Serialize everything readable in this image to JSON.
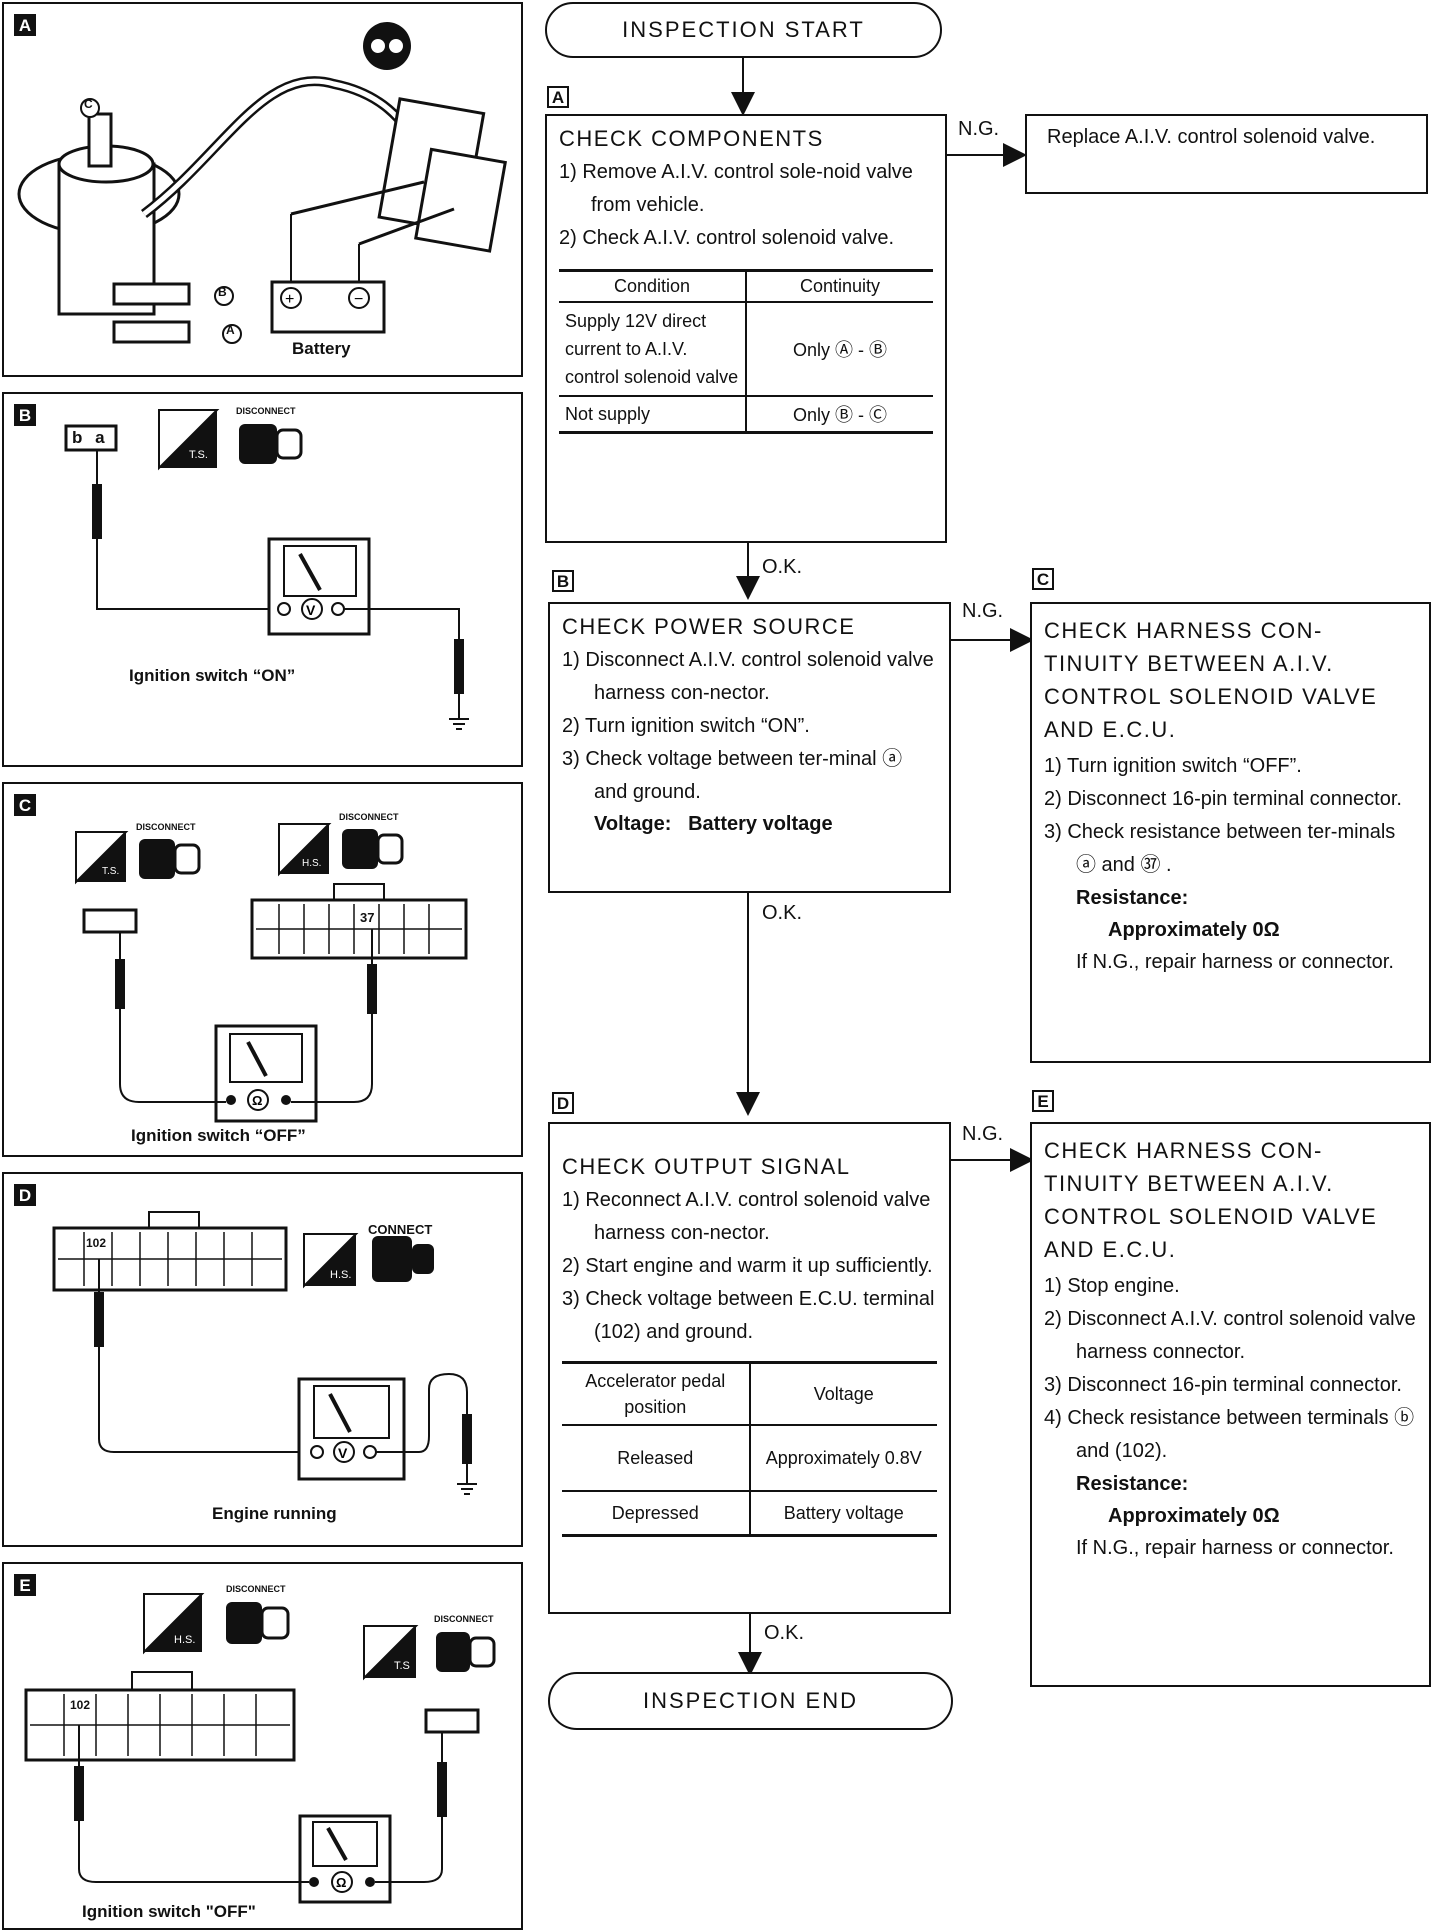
{
  "left_panels": {
    "A": {
      "tag": "A",
      "battery_label": "Battery",
      "port_labels": [
        "C",
        "B",
        "A"
      ]
    },
    "B": {
      "tag": "B",
      "caption": "Ignition switch “ON”",
      "badge": "DISCONNECT",
      "ts": "T.S.",
      "term": "b a"
    },
    "C": {
      "tag": "C",
      "caption": "Ignition switch “OFF”",
      "badge": "DISCONNECT",
      "ts": "T.S.",
      "hs": "H.S.",
      "pin": "37"
    },
    "D": {
      "tag": "D",
      "caption": "Engine running",
      "badge": "CONNECT",
      "hs": "H.S.",
      "pin": "102"
    },
    "E": {
      "tag": "E",
      "caption": "Ignition switch \"OFF\"",
      "badge": "DISCONNECT",
      "ts": "T.S",
      "hs": "H.S.",
      "pin": "102"
    }
  },
  "flow": {
    "start": "INSPECTION  START",
    "end": "INSPECTION  END",
    "ok": "O.K.",
    "ng": "N.G.",
    "A": {
      "tag": "A",
      "title": "CHECK  COMPONENTS",
      "steps": [
        "1)  Remove A.I.V. control sole-noid valve from vehicle.",
        "2)  Check A.I.V. control solenoid valve."
      ],
      "table": {
        "headers": [
          "Condition",
          "Continuity"
        ],
        "rows": [
          [
            "Supply 12V direct current to A.I.V. control solenoid valve",
            "Only  Ⓐ  -  Ⓑ"
          ],
          [
            "Not supply",
            "Only  Ⓑ  -  Ⓒ"
          ]
        ]
      },
      "ng_result": "Replace A.I.V. control solenoid valve."
    },
    "B": {
      "tag": "B",
      "title": "CHECK  POWER  SOURCE",
      "steps": [
        "1)  Disconnect A.I.V. control solenoid valve harness con-nector.",
        "2)  Turn ignition switch “ON”.",
        "3)  Check voltage between ter-minal  ⓐ  and ground."
      ],
      "voltage_label": "Voltage:",
      "voltage_value": "Battery voltage"
    },
    "C": {
      "tag": "C",
      "title": "CHECK  HARNESS  CON-TINUITY  BETWEEN  A.I.V. CONTROL  SOLENOID  VALVE AND  E.C.U.",
      "steps": [
        "1)  Turn ignition switch “OFF”.",
        "2)  Disconnect 16-pin terminal connector.",
        "3)  Check resistance between ter-minals  ⓐ  and  ㊲ ."
      ],
      "resistance_label": "Resistance:",
      "resistance_value": "Approximately 0Ω",
      "note": "If N.G., repair harness or connector."
    },
    "D": {
      "tag": "D",
      "title": "CHECK  OUTPUT  SIGNAL",
      "steps": [
        "1)  Reconnect A.I.V. control solenoid valve harness con-nector.",
        "2)  Start engine and warm it up sufficiently.",
        "3)  Check voltage between E.C.U. terminal (102) and ground."
      ],
      "table": {
        "headers": [
          "Accelerator pedal position",
          "Voltage"
        ],
        "rows": [
          [
            "Released",
            "Approximately 0.8V"
          ],
          [
            "Depressed",
            "Battery voltage"
          ]
        ]
      }
    },
    "E": {
      "tag": "E",
      "title": "CHECK  HARNESS  CON-TINUITY  BETWEEN  A.I.V. CONTROL  SOLENOID  VALVE AND  E.C.U.",
      "steps": [
        "1)  Stop engine.",
        "2)  Disconnect A.I.V. control solenoid valve harness connector.",
        "3)  Disconnect 16-pin terminal connector.",
        "4)  Check resistance between terminals  ⓑ  and (102)."
      ],
      "resistance_label": "Resistance:",
      "resistance_value": "Approximately 0Ω",
      "note": "If N.G., repair harness or connector."
    }
  }
}
